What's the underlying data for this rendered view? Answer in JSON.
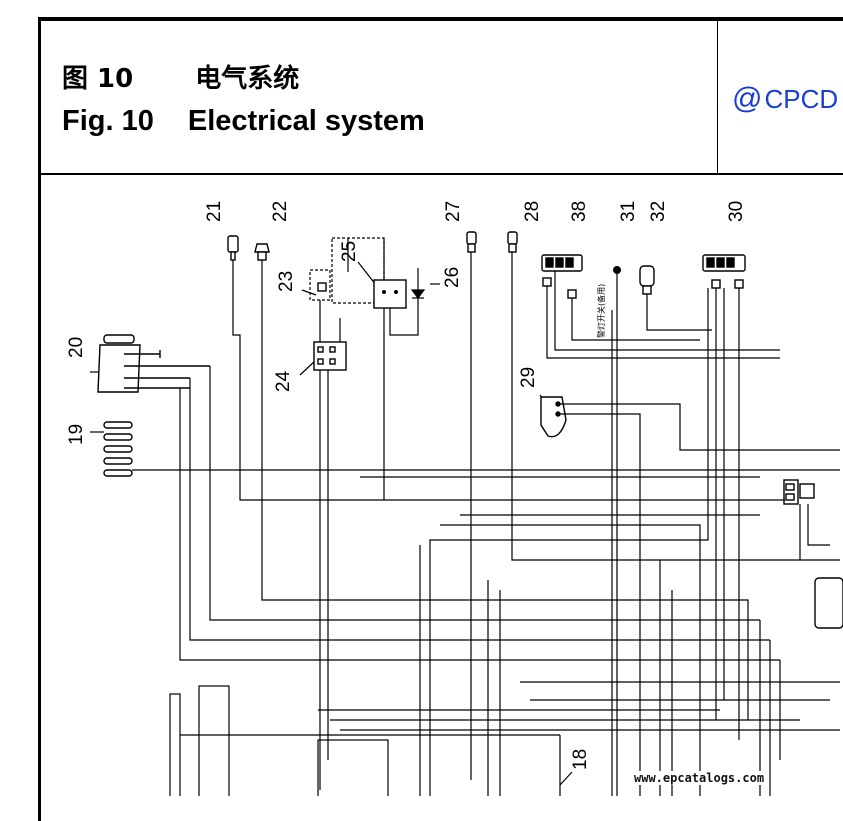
{
  "header": {
    "figure_label_cn": "图 10",
    "title_cn": "电气系统",
    "figure_label_en": "Fig. 10",
    "title_en": "Electrical system",
    "brand_text": "CPCD",
    "brand_icon": "at-sign-icon",
    "brand_color": "#1a3fd0"
  },
  "components": [
    {
      "id": "c21",
      "label": "21"
    },
    {
      "id": "c22",
      "label": "22"
    },
    {
      "id": "c23",
      "label": "23"
    },
    {
      "id": "c24",
      "label": "24"
    },
    {
      "id": "c25",
      "label": "25"
    },
    {
      "id": "c26",
      "label": "26"
    },
    {
      "id": "c27",
      "label": "27"
    },
    {
      "id": "c28",
      "label": "28"
    },
    {
      "id": "c29",
      "label": "29"
    },
    {
      "id": "c30",
      "label": "30"
    },
    {
      "id": "c31",
      "label": "31"
    },
    {
      "id": "c32",
      "label": "32"
    },
    {
      "id": "c38",
      "label": "38"
    },
    {
      "id": "c20",
      "label": "20"
    },
    {
      "id": "c19",
      "label": "19"
    },
    {
      "id": "c18",
      "label": "18"
    }
  ],
  "annotations": {
    "switch_note": "警灯开关(备用)"
  },
  "watermark": "www.epcatalogs.com"
}
